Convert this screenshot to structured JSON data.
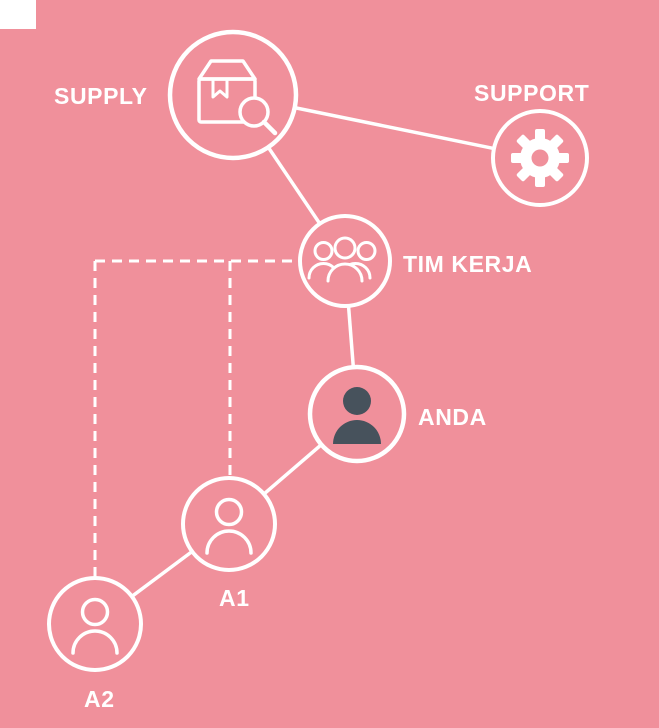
{
  "colors": {
    "background": "#F0909B",
    "line": "#FFFFFF",
    "text": "#FFFFFF",
    "filled_person_icon": "#47525C"
  },
  "diagram": {
    "type": "network-diagram",
    "nodes": [
      {
        "id": "supply",
        "label": "SUPPLY",
        "icon": "package-search-icon"
      },
      {
        "id": "support",
        "label": "SUPPORT",
        "icon": "gear-icon"
      },
      {
        "id": "tim_kerja",
        "label": "TIM KERJA",
        "icon": "team-icon"
      },
      {
        "id": "anda",
        "label": "ANDA",
        "icon": "person-filled-icon"
      },
      {
        "id": "a1",
        "label": "A1",
        "icon": "person-outline-icon"
      },
      {
        "id": "a2",
        "label": "A2",
        "icon": "person-outline-icon"
      }
    ],
    "edges": [
      {
        "from": "supply",
        "to": "support",
        "style": "solid"
      },
      {
        "from": "supply",
        "to": "tim_kerja",
        "style": "solid"
      },
      {
        "from": "tim_kerja",
        "to": "anda",
        "style": "solid"
      },
      {
        "from": "anda",
        "to": "a1",
        "style": "solid"
      },
      {
        "from": "a1",
        "to": "a2",
        "style": "solid"
      },
      {
        "from": "tim_kerja",
        "to": "a1",
        "style": "dashed"
      },
      {
        "from": "tim_kerja",
        "to": "a2",
        "style": "dashed"
      }
    ]
  }
}
